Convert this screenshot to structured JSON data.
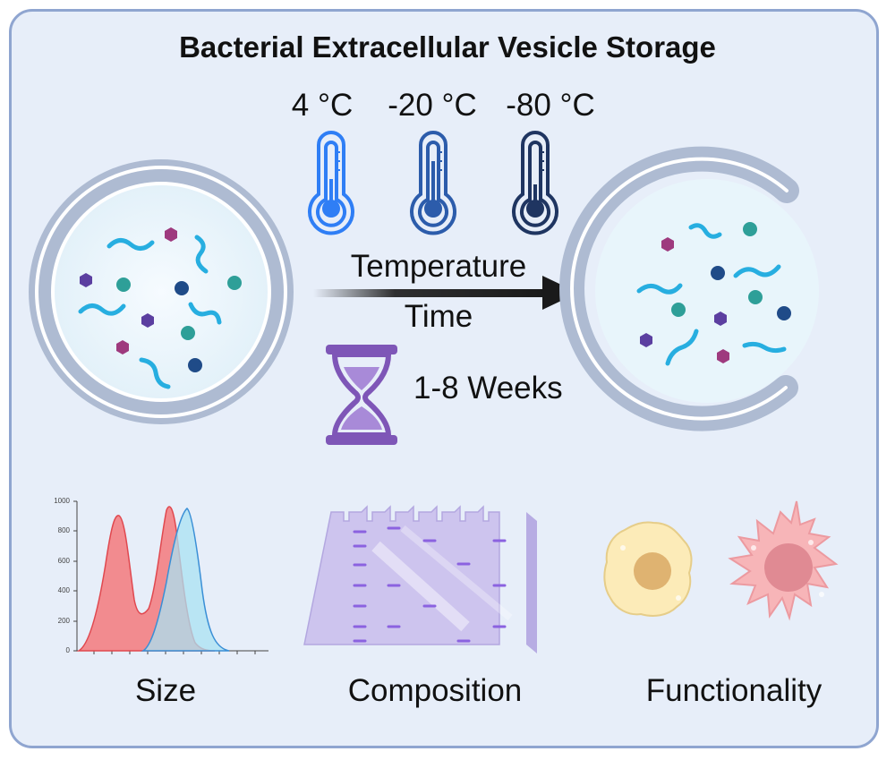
{
  "title": "Bacterial Extracellular Vesicle Storage",
  "temperatures": [
    "4 °C",
    "-20 °C",
    "-80 °C"
  ],
  "process": {
    "label_top": "Temperature",
    "label_bottom": "Time",
    "duration": "1-8 Weeks"
  },
  "analyses": [
    "Size",
    "Composition",
    "Functionality"
  ],
  "histogram": {
    "y_ticks": [
      "1000",
      "800",
      "600",
      "400",
      "200",
      "0"
    ]
  },
  "colors": {
    "panel_bg": "#e7eef9",
    "panel_border": "#8fa5d0",
    "membrane": "#aebbd2",
    "thermo_4": "#2f7ef5",
    "thermo_20": "#2c5cab",
    "thermo_80": "#1f3561",
    "hourglass": "#7e56b7",
    "hist_red": "#f3797d",
    "hist_blue": "#a9e2f1",
    "gel": "#cdc4ee",
    "band": "#8b62e0"
  },
  "icons": [
    "thermometer-icon",
    "hourglass-icon",
    "vesicle-icon",
    "cell-icon"
  ]
}
